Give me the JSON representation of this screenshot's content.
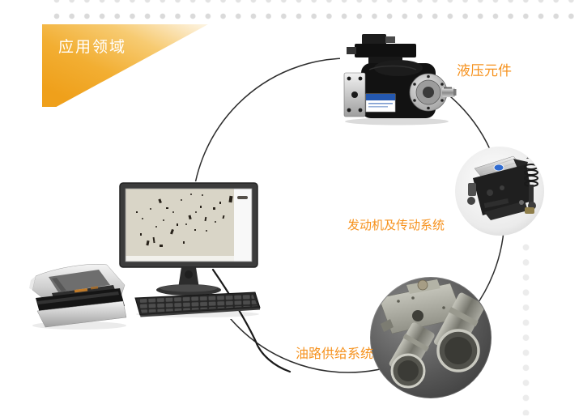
{
  "banner": {
    "title": "应用领域",
    "gradient_start": "#EFA01B",
    "gradient_end": "#FDF5E4",
    "text_color": "#FFFFFF"
  },
  "labels": {
    "hydraulic_components": "液压元件",
    "engine_transmission": "发动机及传动系统",
    "oil_supply": "油路供给系统",
    "label_color": "#F6921E"
  },
  "diagram": {
    "connector_color": "#2D2D2D",
    "dot_color_top": "#DADADA",
    "dot_color_right": "#ECECEC",
    "images": {
      "workstation": "particle-analysis-workstation",
      "pump": "hydraulic-piston-pump",
      "engine": "engine-and-transmission",
      "pipes": "oil-supply-pipes"
    }
  }
}
